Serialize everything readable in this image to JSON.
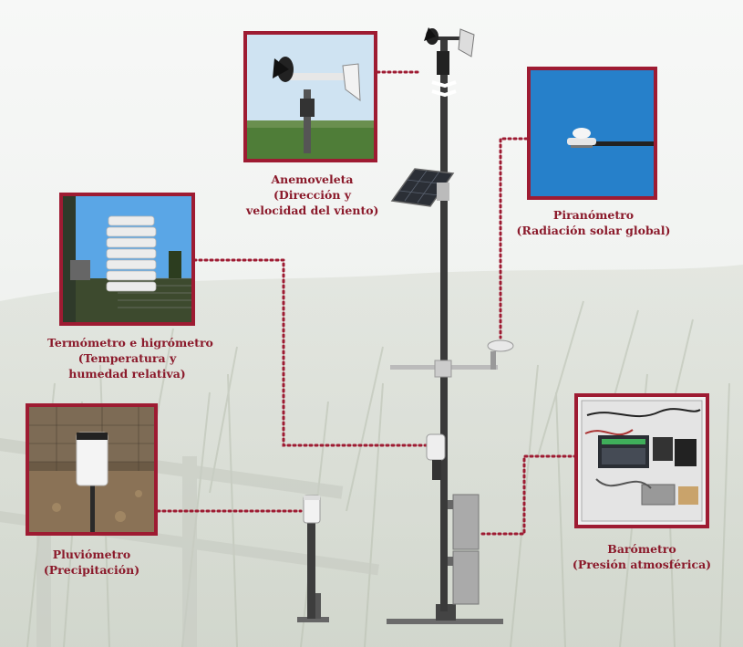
{
  "colors": {
    "accent": "#9e1b32",
    "text": "#8b1a2b"
  },
  "sensors": [
    {
      "id": "anemoveleta",
      "icon": "wind-vane-photo",
      "lines": [
        "Anemoveleta",
        "(Dirección y",
        "velocidad del viento)"
      ]
    },
    {
      "id": "piranometro",
      "icon": "pyranometer-photo",
      "lines": [
        "Piranómetro",
        "(Radiación solar global)"
      ]
    },
    {
      "id": "termometro",
      "icon": "radiation-shield-photo",
      "lines": [
        "Termómetro e higrómetro",
        "(Temperatura y",
        "humedad relativa)"
      ]
    },
    {
      "id": "pluviometro",
      "icon": "rain-gauge-photo",
      "lines": [
        "Pluviómetro",
        "(Precipitación)"
      ]
    },
    {
      "id": "barometro",
      "icon": "datalogger-box-photo",
      "lines": [
        "Barómetro",
        "(Presión atmosférica)"
      ]
    }
  ]
}
